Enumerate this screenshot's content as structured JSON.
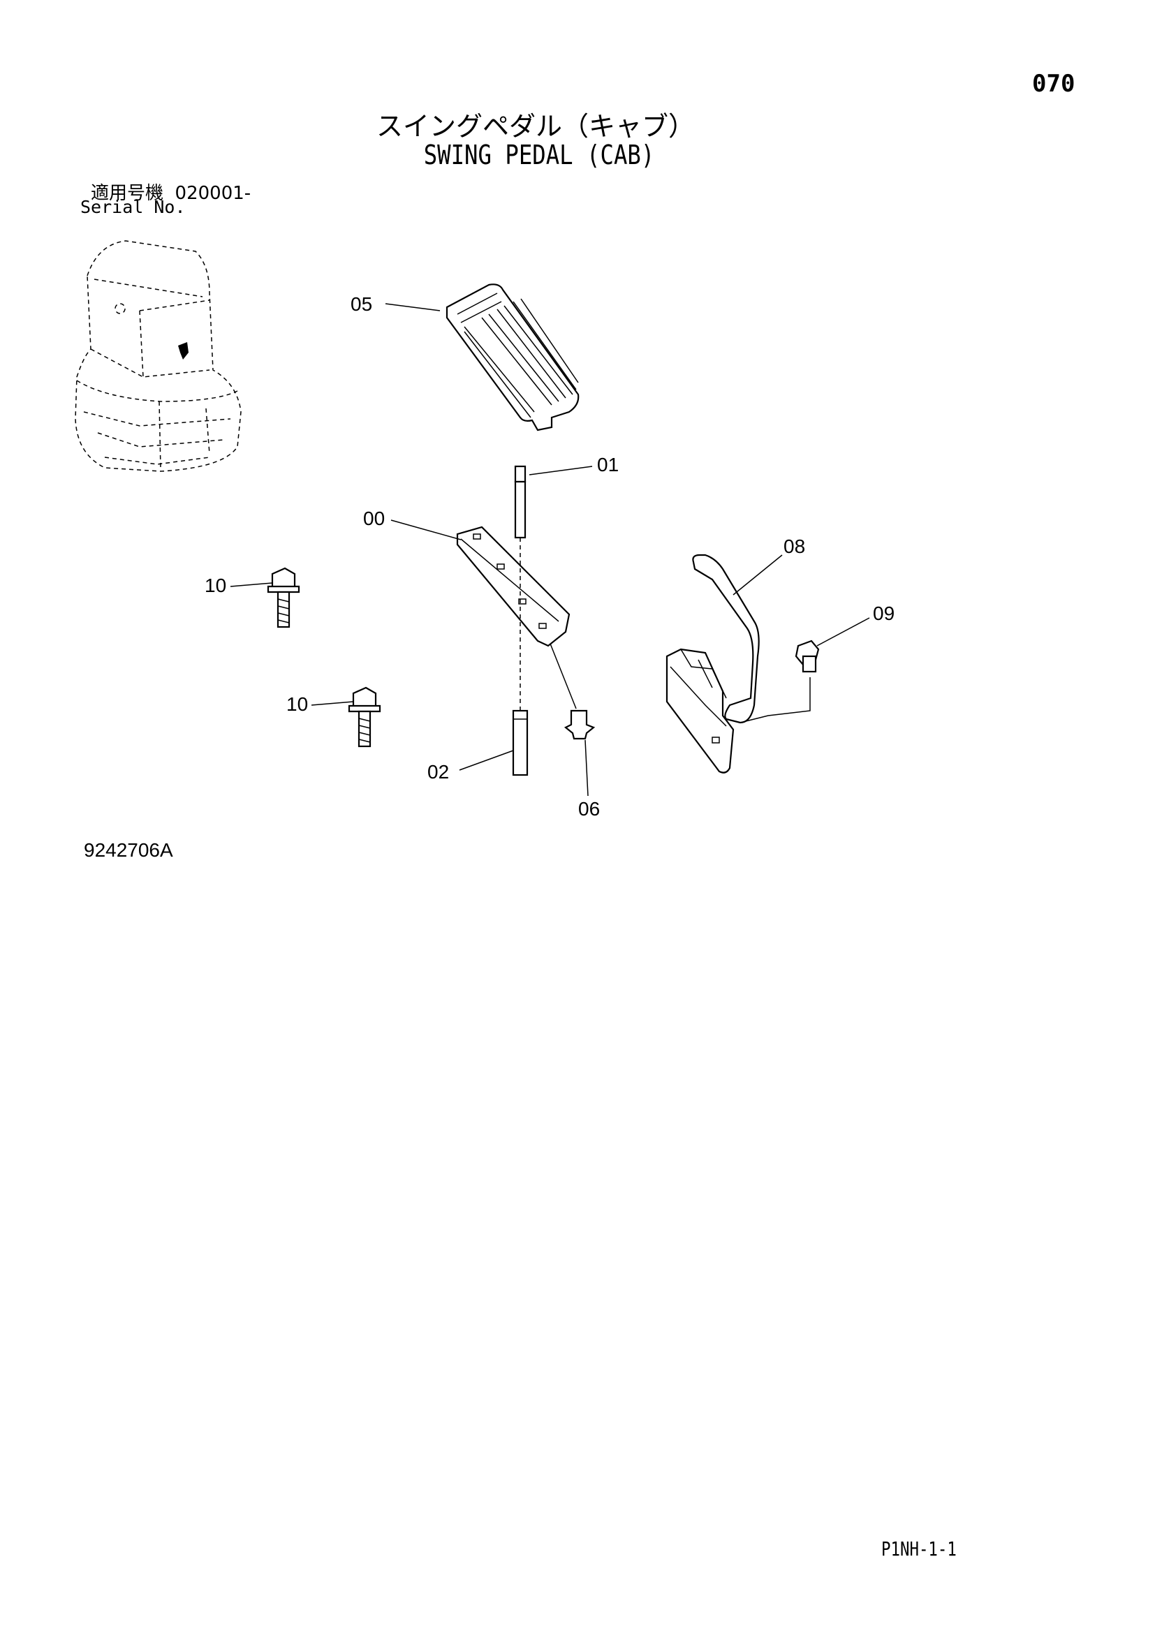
{
  "header": {
    "page_number": "070",
    "title_jp": "スイングペダル（キャブ）",
    "title_en": "SWING PEDAL (CAB)"
  },
  "serial": {
    "label_jp": "適用号機",
    "value": "020001-",
    "label_en": "Serial No."
  },
  "callouts": [
    "05",
    "01",
    "00",
    "08",
    "09",
    "10",
    "10",
    "02",
    "06"
  ],
  "footer": {
    "drawing_number": "9242706A",
    "page_code": "P1NH-1-1"
  }
}
